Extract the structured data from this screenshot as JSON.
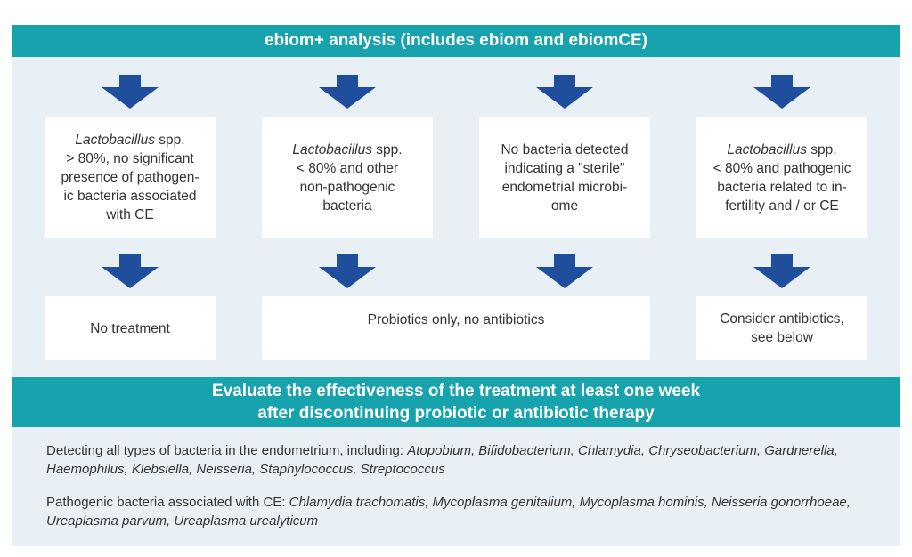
{
  "header": {
    "title": "ebiom+ analysis (includes ebiom and ebiomCE)"
  },
  "findings": [
    {
      "italic": "Lactobacillus",
      "text": " spp.\n> 80%, no significant\npresence of pathogen-\nic bacteria associated\nwith CE"
    },
    {
      "italic": "Lactobacillus",
      "text": " spp.\n< 80% and other\nnon-pathogenic\nbacteria"
    },
    {
      "italic": "",
      "text": "No bacteria detected\nindicating a \"sterile\"\nendometrial microbi-\nome"
    },
    {
      "italic": "Lactobacillus",
      "text": " spp.\n< 80% and pathogenic\nbacteria related to in-\nfertility and / or CE"
    }
  ],
  "treatments": [
    {
      "text": "No treatment"
    },
    {
      "text": "Probiotics only, no antibiotics"
    },
    {
      "text": "Consider antibiotics,\nsee below"
    }
  ],
  "evaluate": {
    "line1": "Evaluate the effectiveness of the treatment at least one week",
    "line2": "after discontinuing probiotic or antibiotic therapy"
  },
  "notes": {
    "detect_prefix": "Detecting all types of  bacteria in the endometrium, including: ",
    "detect_list": "Atopobium, Bifidobacterium, Chlamydia, Chryseobacterium, Gardnerella, Haemophilus, Klebsiella, Neisseria, Staphylococcus, Streptococcus",
    "pathogenic_prefix": "Pathogenic bacteria associated with CE: ",
    "pathogenic_list": "Chlamydia trachomatis, Mycoplasma genitalium, Mycoplasma hominis, Neisseria gonorrhoeae, Ureaplasma parvum, Ureaplasma urealyticum"
  },
  "colors": {
    "teal": "#17a3ae",
    "panel": "#e9f0f5",
    "arrow": "#1f4e9c",
    "text": "#333333"
  },
  "icons": {
    "arrow": "down-arrow-icon"
  }
}
